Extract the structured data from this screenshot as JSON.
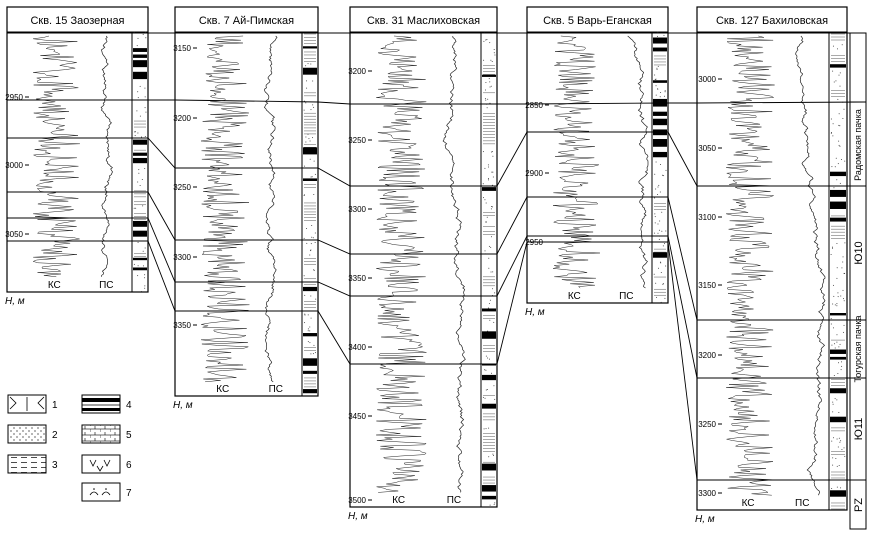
{
  "wells": [
    {
      "title": "Скв. 15 Заозерная",
      "depths": [
        "2950",
        "3000",
        "3050"
      ],
      "curve_ks": "КС",
      "curve_ps": "ПС",
      "axis_label": "H, м"
    },
    {
      "title": "Скв. 7 Ай-Пимская",
      "depths": [
        "3150",
        "3200",
        "3250",
        "3300",
        "3350"
      ],
      "curve_ks": "КС",
      "curve_ps": "ПС",
      "axis_label": "H, м"
    },
    {
      "title": "Скв. 31 Маслиховская",
      "depths": [
        "3200",
        "3250",
        "3300",
        "3350",
        "3400",
        "3450",
        "3500"
      ],
      "curve_ks": "КС",
      "curve_ps": "ПС",
      "axis_label": "H, м"
    },
    {
      "title": "Скв. 5 Варь-Еганская",
      "depths": [
        "2850",
        "2900",
        "2950"
      ],
      "curve_ks": "КС",
      "curve_ps": "ПС",
      "axis_label": "H, м"
    },
    {
      "title": "Скв. 127 Бахиловская",
      "depths": [
        "3000",
        "3050",
        "3100",
        "3150",
        "3200",
        "3250",
        "3300"
      ],
      "curve_ks": "КС",
      "curve_ps": "ПС",
      "axis_label": "H, м"
    }
  ],
  "units": {
    "radom": "Радомская пачка",
    "yu10": "Ю10",
    "tugur": "Тогурская пачка",
    "yu11": "Ю11",
    "pz": "PZ"
  },
  "legend": [
    "1",
    "2",
    "3",
    "4",
    "5",
    "6",
    "7"
  ]
}
